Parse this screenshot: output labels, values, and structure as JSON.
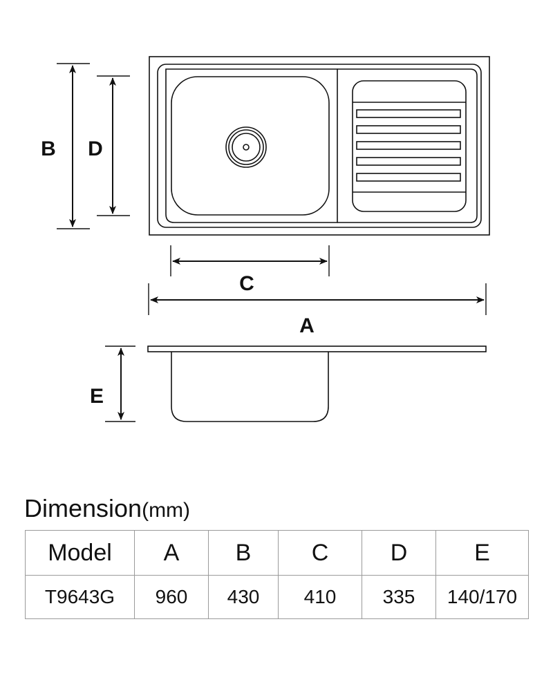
{
  "dimension_labels": {
    "a": "A",
    "b": "B",
    "c": "C",
    "d": "D",
    "e": "E"
  },
  "table": {
    "title": "Dimension",
    "unit": "(mm)",
    "headers": [
      "Model",
      "A",
      "B",
      "C",
      "D",
      "E"
    ],
    "rows": [
      [
        "T9643G",
        "960",
        "430",
        "410",
        "335",
        "140/170"
      ]
    ]
  },
  "colors": {
    "line": "#111111",
    "table_border": "#9a9a9a",
    "background": "#ffffff"
  }
}
